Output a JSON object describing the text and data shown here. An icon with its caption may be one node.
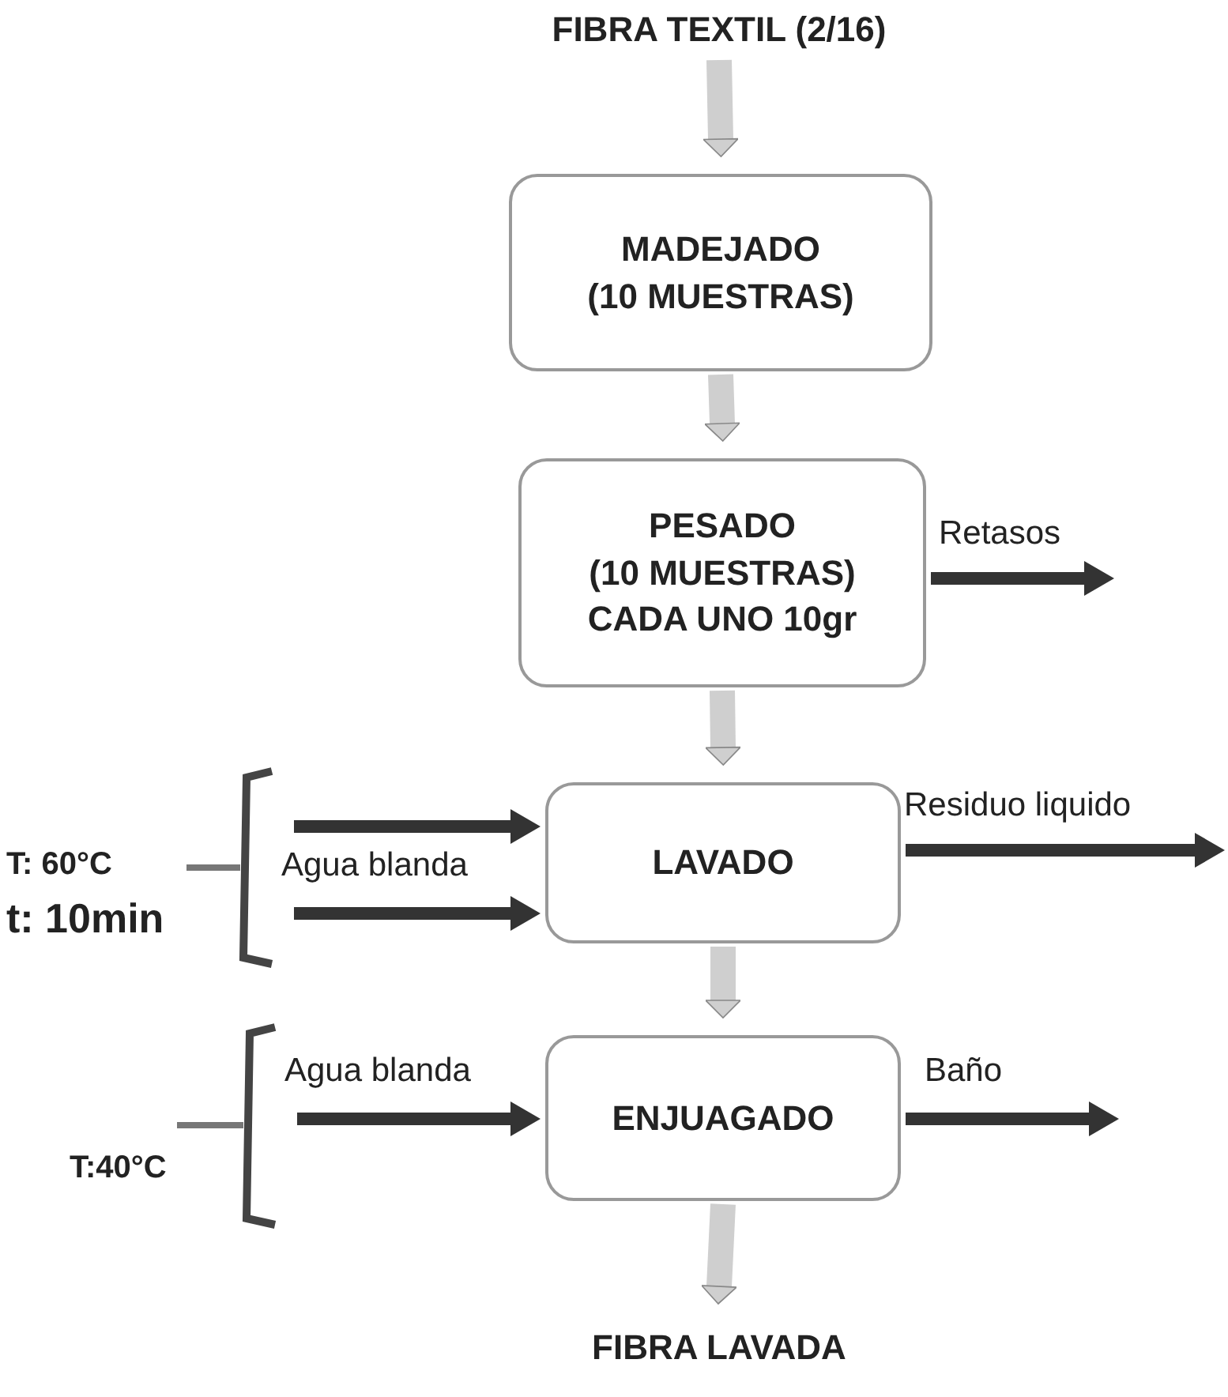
{
  "diagram": {
    "nodes": [
      {
        "text": [
          "FIBRA TEXTIL (2/16)"
        ]
      },
      {
        "text": [
          "MADEJADO",
          "(10 MUESTRAS)"
        ]
      },
      {
        "text": [
          "PESADO",
          "(10 MUESTRAS)",
          "CADA UNO 10gr"
        ]
      },
      {
        "text": [
          "LAVADO"
        ]
      },
      {
        "text": [
          "ENJUAGADO"
        ]
      },
      {
        "text": [
          "FIBRA LAVADA"
        ]
      }
    ],
    "edges": [
      {
        "from": 0,
        "to": 1,
        "arrow": "to",
        "style": "thick",
        "color": "#cfcfcf"
      },
      {
        "from": 1,
        "to": 2,
        "arrow": "to",
        "style": "thick",
        "color": "#cfcfcf"
      },
      {
        "from": 2,
        "to": 3,
        "arrow": "to",
        "style": "thick",
        "color": "#cfcfcf"
      },
      {
        "from": 3,
        "to": 4,
        "arrow": "to",
        "style": "thick",
        "color": "#cfcfcf"
      },
      {
        "from": 4,
        "to": 5,
        "arrow": "to",
        "style": "thick",
        "color": "#cfcfcf"
      },
      {
        "from": 2,
        "to": null,
        "arrow": "to",
        "label": "Retasos"
      },
      {
        "from": null,
        "to": 3,
        "arrow": "to"
      },
      {
        "from": null,
        "to": 3,
        "arrow": "to",
        "label": "Agua blanda"
      },
      {
        "from": 3,
        "to": null,
        "arrow": "to",
        "label": "Residuo liquido"
      },
      {
        "from": null,
        "to": 4,
        "arrow": "to",
        "label": "Agua blanda"
      },
      {
        "from": 4,
        "to": null,
        "arrow": "to",
        "label": "Baño"
      }
    ],
    "labels": [
      "T: 60°C",
      "t: 10min",
      "T:40°C"
    ]
  }
}
